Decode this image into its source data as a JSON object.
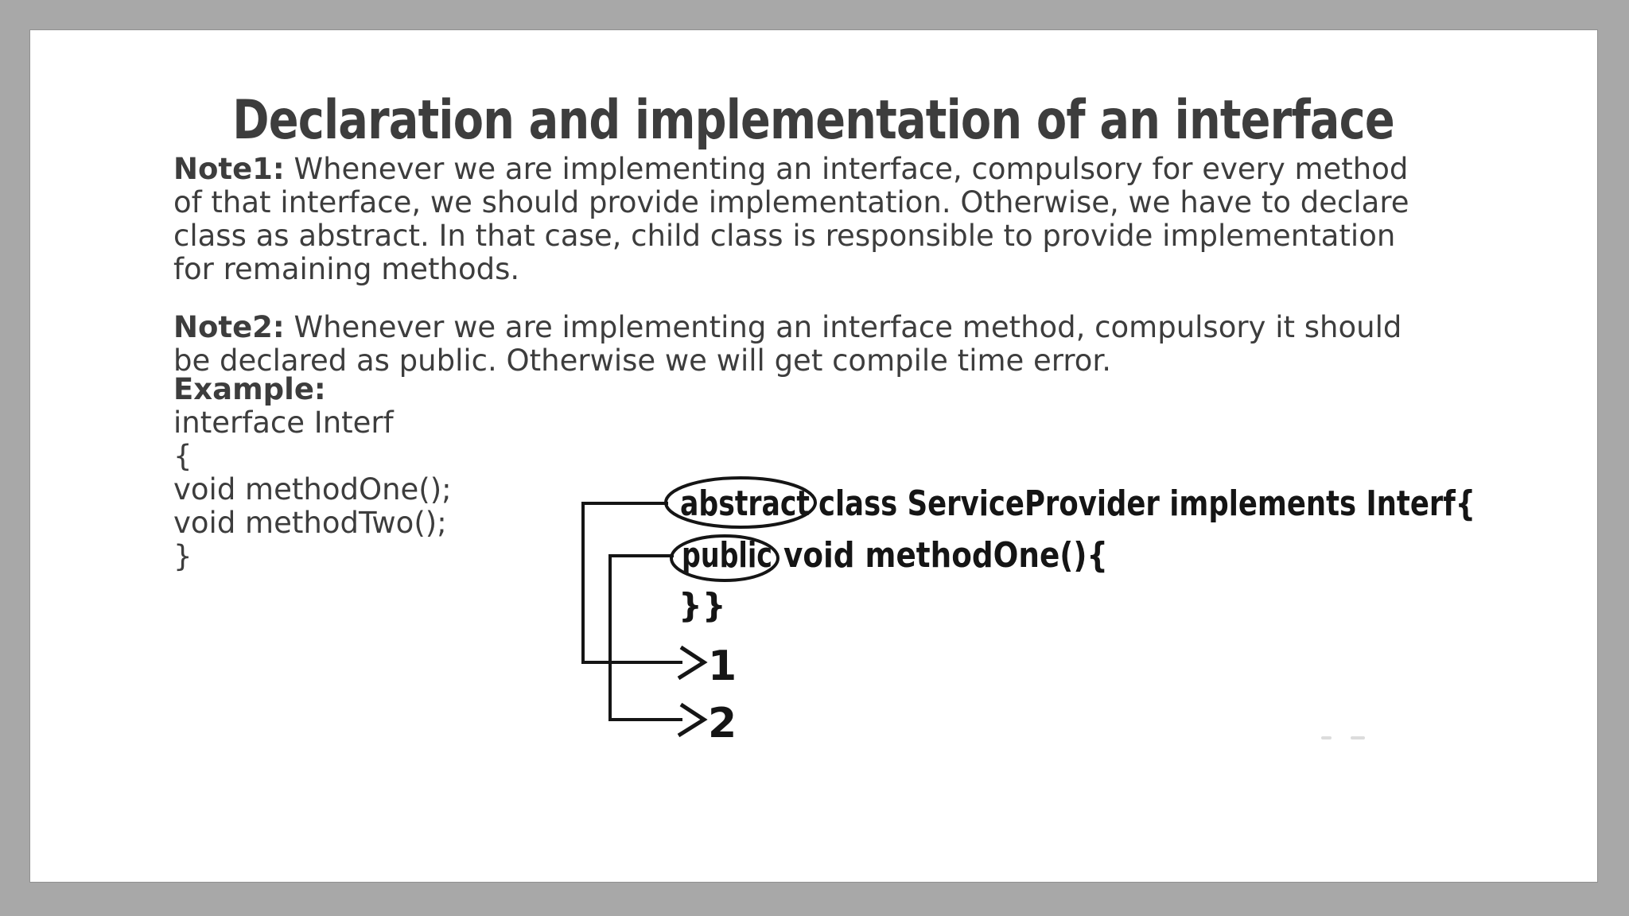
{
  "slide": {
    "title": "Declaration and implementation of an interface",
    "notes": [
      {
        "label": "Note1:",
        "lines": [
          "Whenever we are implementing an interface, compulsory for every method",
          "of that interface, we should provide implementation. Otherwise, we have to declare",
          "class as abstract. In that case, child class is responsible to provide implementation",
          "for remaining methods."
        ]
      },
      {
        "label": "Note2:",
        "lines": [
          "Whenever we are implementing an interface method, compulsory it should",
          "be declared as public. Otherwise we will get compile time error."
        ]
      }
    ],
    "example": {
      "label": "Example:",
      "code_lines": [
        "interface Interf",
        "{",
        "void methodOne();",
        "void methodTwo();",
        "}"
      ]
    }
  },
  "diagram": {
    "line1": {
      "circled": "abstract",
      "rest": "class ServiceProvider implements Interf{"
    },
    "line2": {
      "circled": "public",
      "rest": "void methodOne(){"
    },
    "closing": "}}",
    "marker1": "1",
    "marker2": "2"
  },
  "colors": {
    "canvas_bg": "#a8a8a8",
    "slide_bg": "#ffffff",
    "text": "#3d3d3d",
    "diagram_ink": "#151515"
  }
}
